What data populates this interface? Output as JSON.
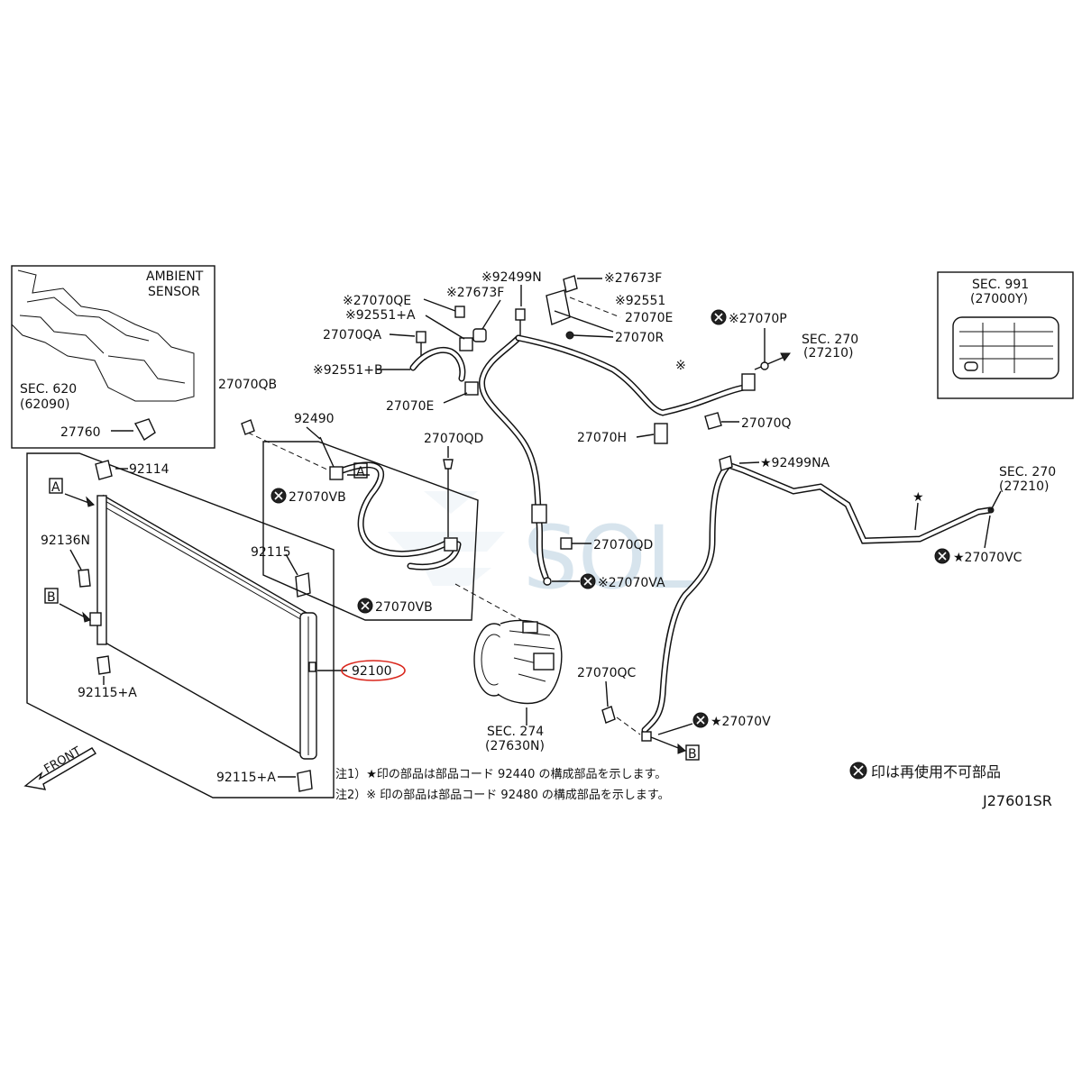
{
  "inset_left": {
    "sensor_label_1": "AMBIENT",
    "sensor_label_2": "SENSOR",
    "sec_label": "SEC. 620",
    "sec_ref": "(62090)",
    "part": "27760"
  },
  "inset_right": {
    "sec_label": "SEC. 991",
    "sec_ref": "(27000Y)"
  },
  "labels": {
    "p92114": "92114",
    "p92136N": "92136N",
    "p92115": "92115",
    "p92100": "92100",
    "p92115A_1": "92115+A",
    "p92115A_2": "92115+A",
    "p27070QB": "27070QB",
    "p92490": "92490",
    "p27070VB_1": "27070VB",
    "p27070VB_2": "27070VB",
    "p27070QD_top": "27070QD",
    "p27070QE": "※27070QE",
    "p27673F_1": "※27673F",
    "p92551A": "※92551+A",
    "p27070QA": "27070QA",
    "p92551B": "※92551+B",
    "p27070E_1": "27070E",
    "p92499N": "※92499N",
    "p27673F_2": "※27673F",
    "p92551": "※92551",
    "p27070E_2": "27070E",
    "p27070R": "27070R",
    "p27070P": "※27070P",
    "sec270_top": "SEC. 270",
    "sec270_top_ref": "(27210)",
    "p27070H": "27070H",
    "p27070Q": "27070Q",
    "p27070QD_mid": "27070QD",
    "p27070VA": "※27070VA",
    "p27070QC": "27070QC",
    "sec274": "SEC. 274",
    "sec274_ref": "(27630N)",
    "p27070V": "★27070V",
    "p92499NA": "★92499NA",
    "sec270_right": "SEC. 270",
    "sec270_right_ref": "(27210)",
    "p27070VC": "★27070VC",
    "star": "★",
    "cross_mark": "※",
    "front": "FRONT",
    "letter_a": "A",
    "letter_b": "B"
  },
  "notes": {
    "note1": "注1）★印の部品は部品コード 92440 の構成部品を示します。",
    "note2": "注2）※ 印の部品は部品コード 92480 の構成部品を示します。",
    "legend": "印は再使用不可部品",
    "diagram_code": "J27601SR"
  },
  "watermark": "SOL",
  "highlight_color": "#d9261c"
}
